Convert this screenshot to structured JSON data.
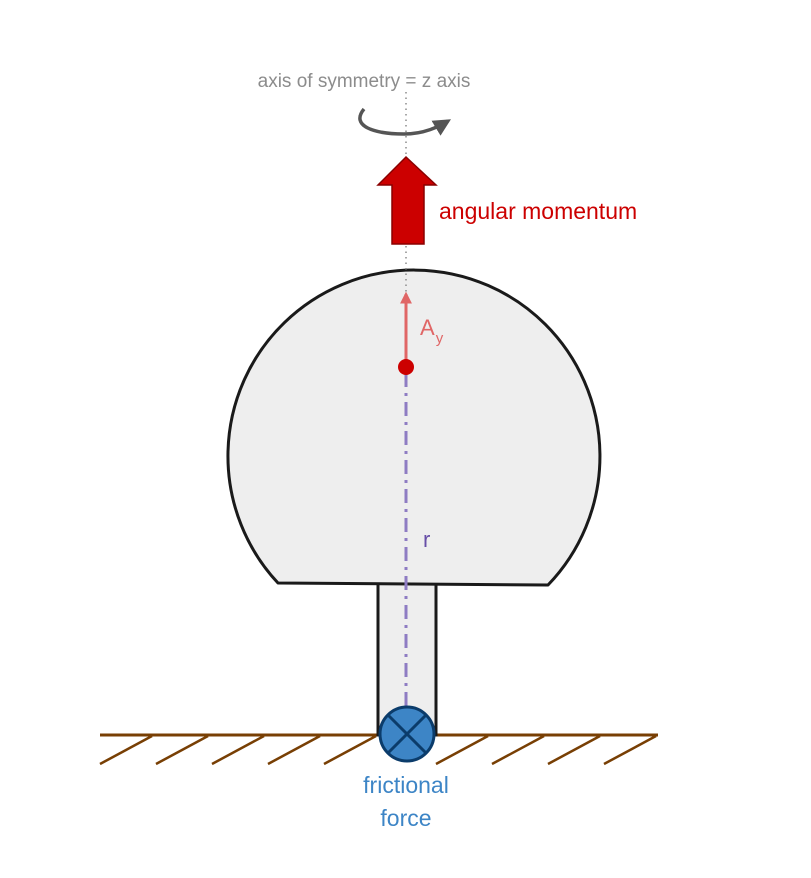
{
  "labels": {
    "axis": "axis of symmetry = z axis",
    "angular_momentum": "angular momentum",
    "a_main": "A",
    "a_sub": "y",
    "r": "r",
    "friction_line1": "frictional",
    "friction_line2": "force"
  },
  "colors": {
    "background": "#ffffff",
    "body_fill": "#eeeeee",
    "outline": "#1a1a1a",
    "axis_text": "#8c8c8c",
    "axis_line": "#8c8c8c",
    "rotation_arrow": "#555555",
    "momentum_arrow": "#cc0000",
    "momentum_arrow_stroke": "#8a0000",
    "momentum_text": "#cc0000",
    "a_arrow": "#e06666",
    "center_dot": "#cc0000",
    "r_line": "#8e7cc3",
    "r_text": "#674ea7",
    "ground": "#783f04",
    "friction_fill": "#3d85c6",
    "friction_stroke": "#0b3c6b",
    "friction_text": "#3d85c6"
  }
}
